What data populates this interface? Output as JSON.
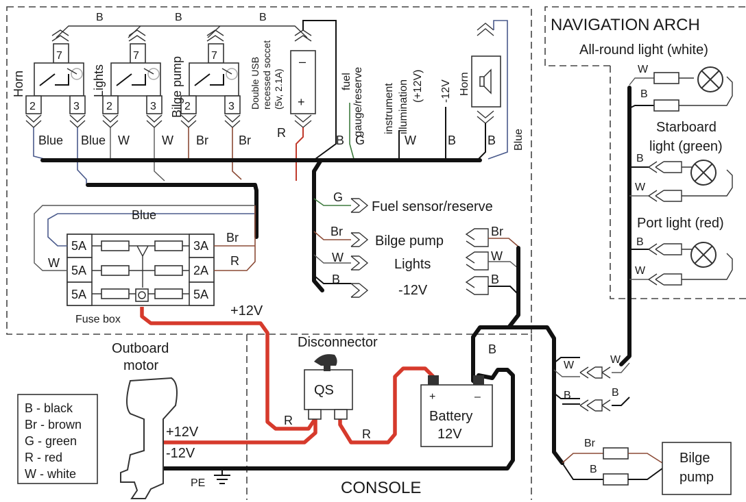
{
  "regions": {
    "nav_arch": "NAVIGATION ARCH",
    "console": "CONSOLE"
  },
  "top_bus": {
    "labels": [
      "B",
      "B",
      "B"
    ]
  },
  "switches": {
    "pin_top": "7",
    "pin_left": "2",
    "pin_right": "3",
    "items": [
      {
        "label": "Horn"
      },
      {
        "label": "Lights"
      },
      {
        "label": "Bilge pump"
      }
    ]
  },
  "usb": {
    "line1": "Double USB",
    "line2": "recessed soccet",
    "line3": "(5v, 2.1A)",
    "minus": "–",
    "plus": "+",
    "wire": "R"
  },
  "gauges": {
    "fuel_1": "fuel",
    "fuel_2": "gauge/reserve",
    "instr_1": "instrument",
    "instr_2": "illumination",
    "instr_3": "(+12V)",
    "minus12": "-12V",
    "horn": "Horn"
  },
  "wire_labels": {
    "b": "B",
    "br": "Br",
    "g": "G",
    "r": "R",
    "w": "W",
    "blue": "Blue"
  },
  "fuse_box": {
    "label": "Fuse box",
    "fuses": [
      "5A",
      "5A",
      "5A",
      "3A",
      "2A",
      "5A"
    ]
  },
  "connectors": {
    "fuel_sensor": "Fuel sensor/reserve",
    "bilge_pump": "Bilge pump",
    "lights": "Lights",
    "minus12": "-12V"
  },
  "nav_lights": {
    "all_round": "All-round light (white)",
    "starboard_1": "Starboard",
    "starboard_2": "light (green)",
    "port": "Port light (red)"
  },
  "bilge_pump": {
    "line1": "Bilge",
    "line2": "pump"
  },
  "battery": {
    "plus12": "+12V",
    "disconnector": "Disconnector",
    "qs": "QS",
    "plus": "+",
    "minus": "–",
    "line1": "Battery",
    "line2": "12V"
  },
  "outboard": {
    "line1": "Outboard",
    "line2": "motor",
    "plus12": "+12V",
    "minus12": "-12V",
    "pe": "PE"
  },
  "legend": [
    "B - black",
    "Br - brown",
    "G - green",
    "R - red",
    "W - white"
  ]
}
